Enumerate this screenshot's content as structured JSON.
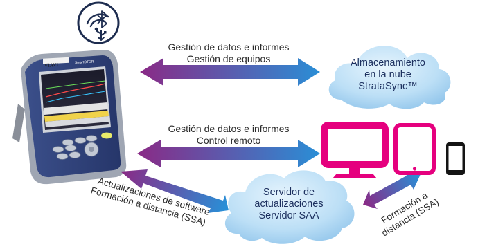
{
  "arrows": {
    "cloud": {
      "line1": "Gestión de datos e informes",
      "line2": "Gestión de equipos"
    },
    "devices": {
      "line1": "Gestión de datos e informes",
      "line2": "Control remoto"
    },
    "server": {
      "line1": "Actualizaciones de software",
      "line2": "Formación a distancia (SSA)"
    },
    "mobile": {
      "line1": "Formación a",
      "line2": "distancia (SSA)"
    }
  },
  "cloud_storage": {
    "line1": "Almacenamiento",
    "line2": "en la nube",
    "line3": "StrataSync™"
  },
  "cloud_server": {
    "line1": "Servidor de",
    "line2": "actualizaciones",
    "line3": "Servidor SAA"
  },
  "device": {
    "brand": "VIAVI",
    "model": "SmartOTDR"
  },
  "icons": [
    "wifi-bluetooth-usb-icon",
    "monitor-icon",
    "tablet-icon",
    "smartphone-icon"
  ],
  "colors": {
    "arrow_start": "#8a2a86",
    "arrow_end": "#2a8ed6",
    "device_magenta": "#e5007e",
    "cloud_fill": "#b3d8f3",
    "cloud_text": "#1c2f5e"
  }
}
